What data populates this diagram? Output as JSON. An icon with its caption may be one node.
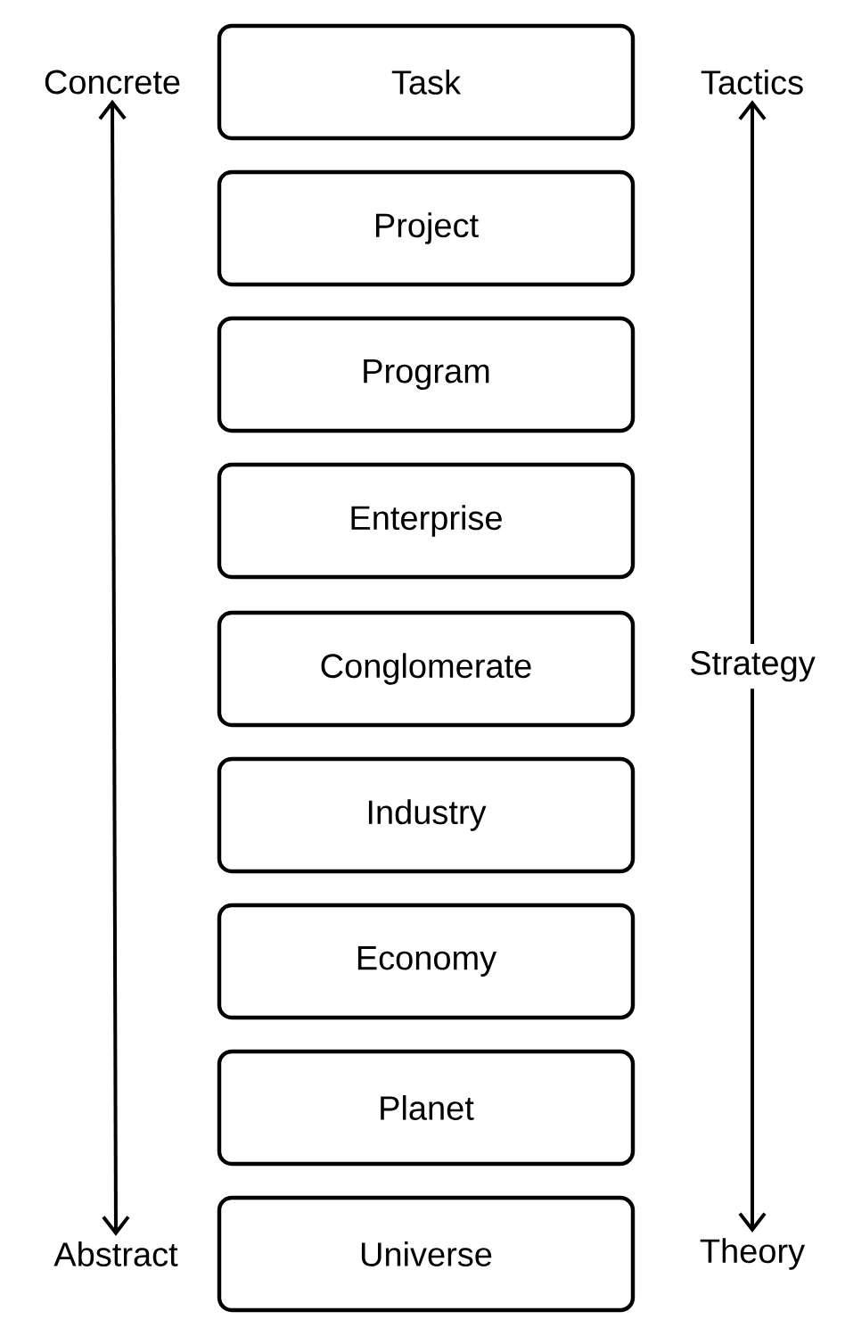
{
  "diagram": {
    "nodes": [
      {
        "text": [
          "Task"
        ]
      },
      {
        "text": [
          "Project"
        ]
      },
      {
        "text": [
          "Program"
        ]
      },
      {
        "text": [
          "Enterprise"
        ]
      },
      {
        "text": [
          "Conglomerate"
        ]
      },
      {
        "text": [
          "Industry"
        ]
      },
      {
        "text": [
          "Economy"
        ]
      },
      {
        "text": [
          "Planet"
        ]
      },
      {
        "text": [
          "Universe"
        ]
      },
      {
        "text": [
          "Concrete"
        ]
      },
      {
        "text": [
          "Abstract"
        ]
      },
      {
        "text": [
          "Tactics"
        ]
      },
      {
        "text": [
          "Theory"
        ]
      }
    ],
    "edges": [
      {
        "from": 9,
        "to": 10,
        "arrow": "both"
      },
      {
        "from": 11,
        "to": 12,
        "arrow": "both",
        "label": "Strategy"
      }
    ]
  }
}
